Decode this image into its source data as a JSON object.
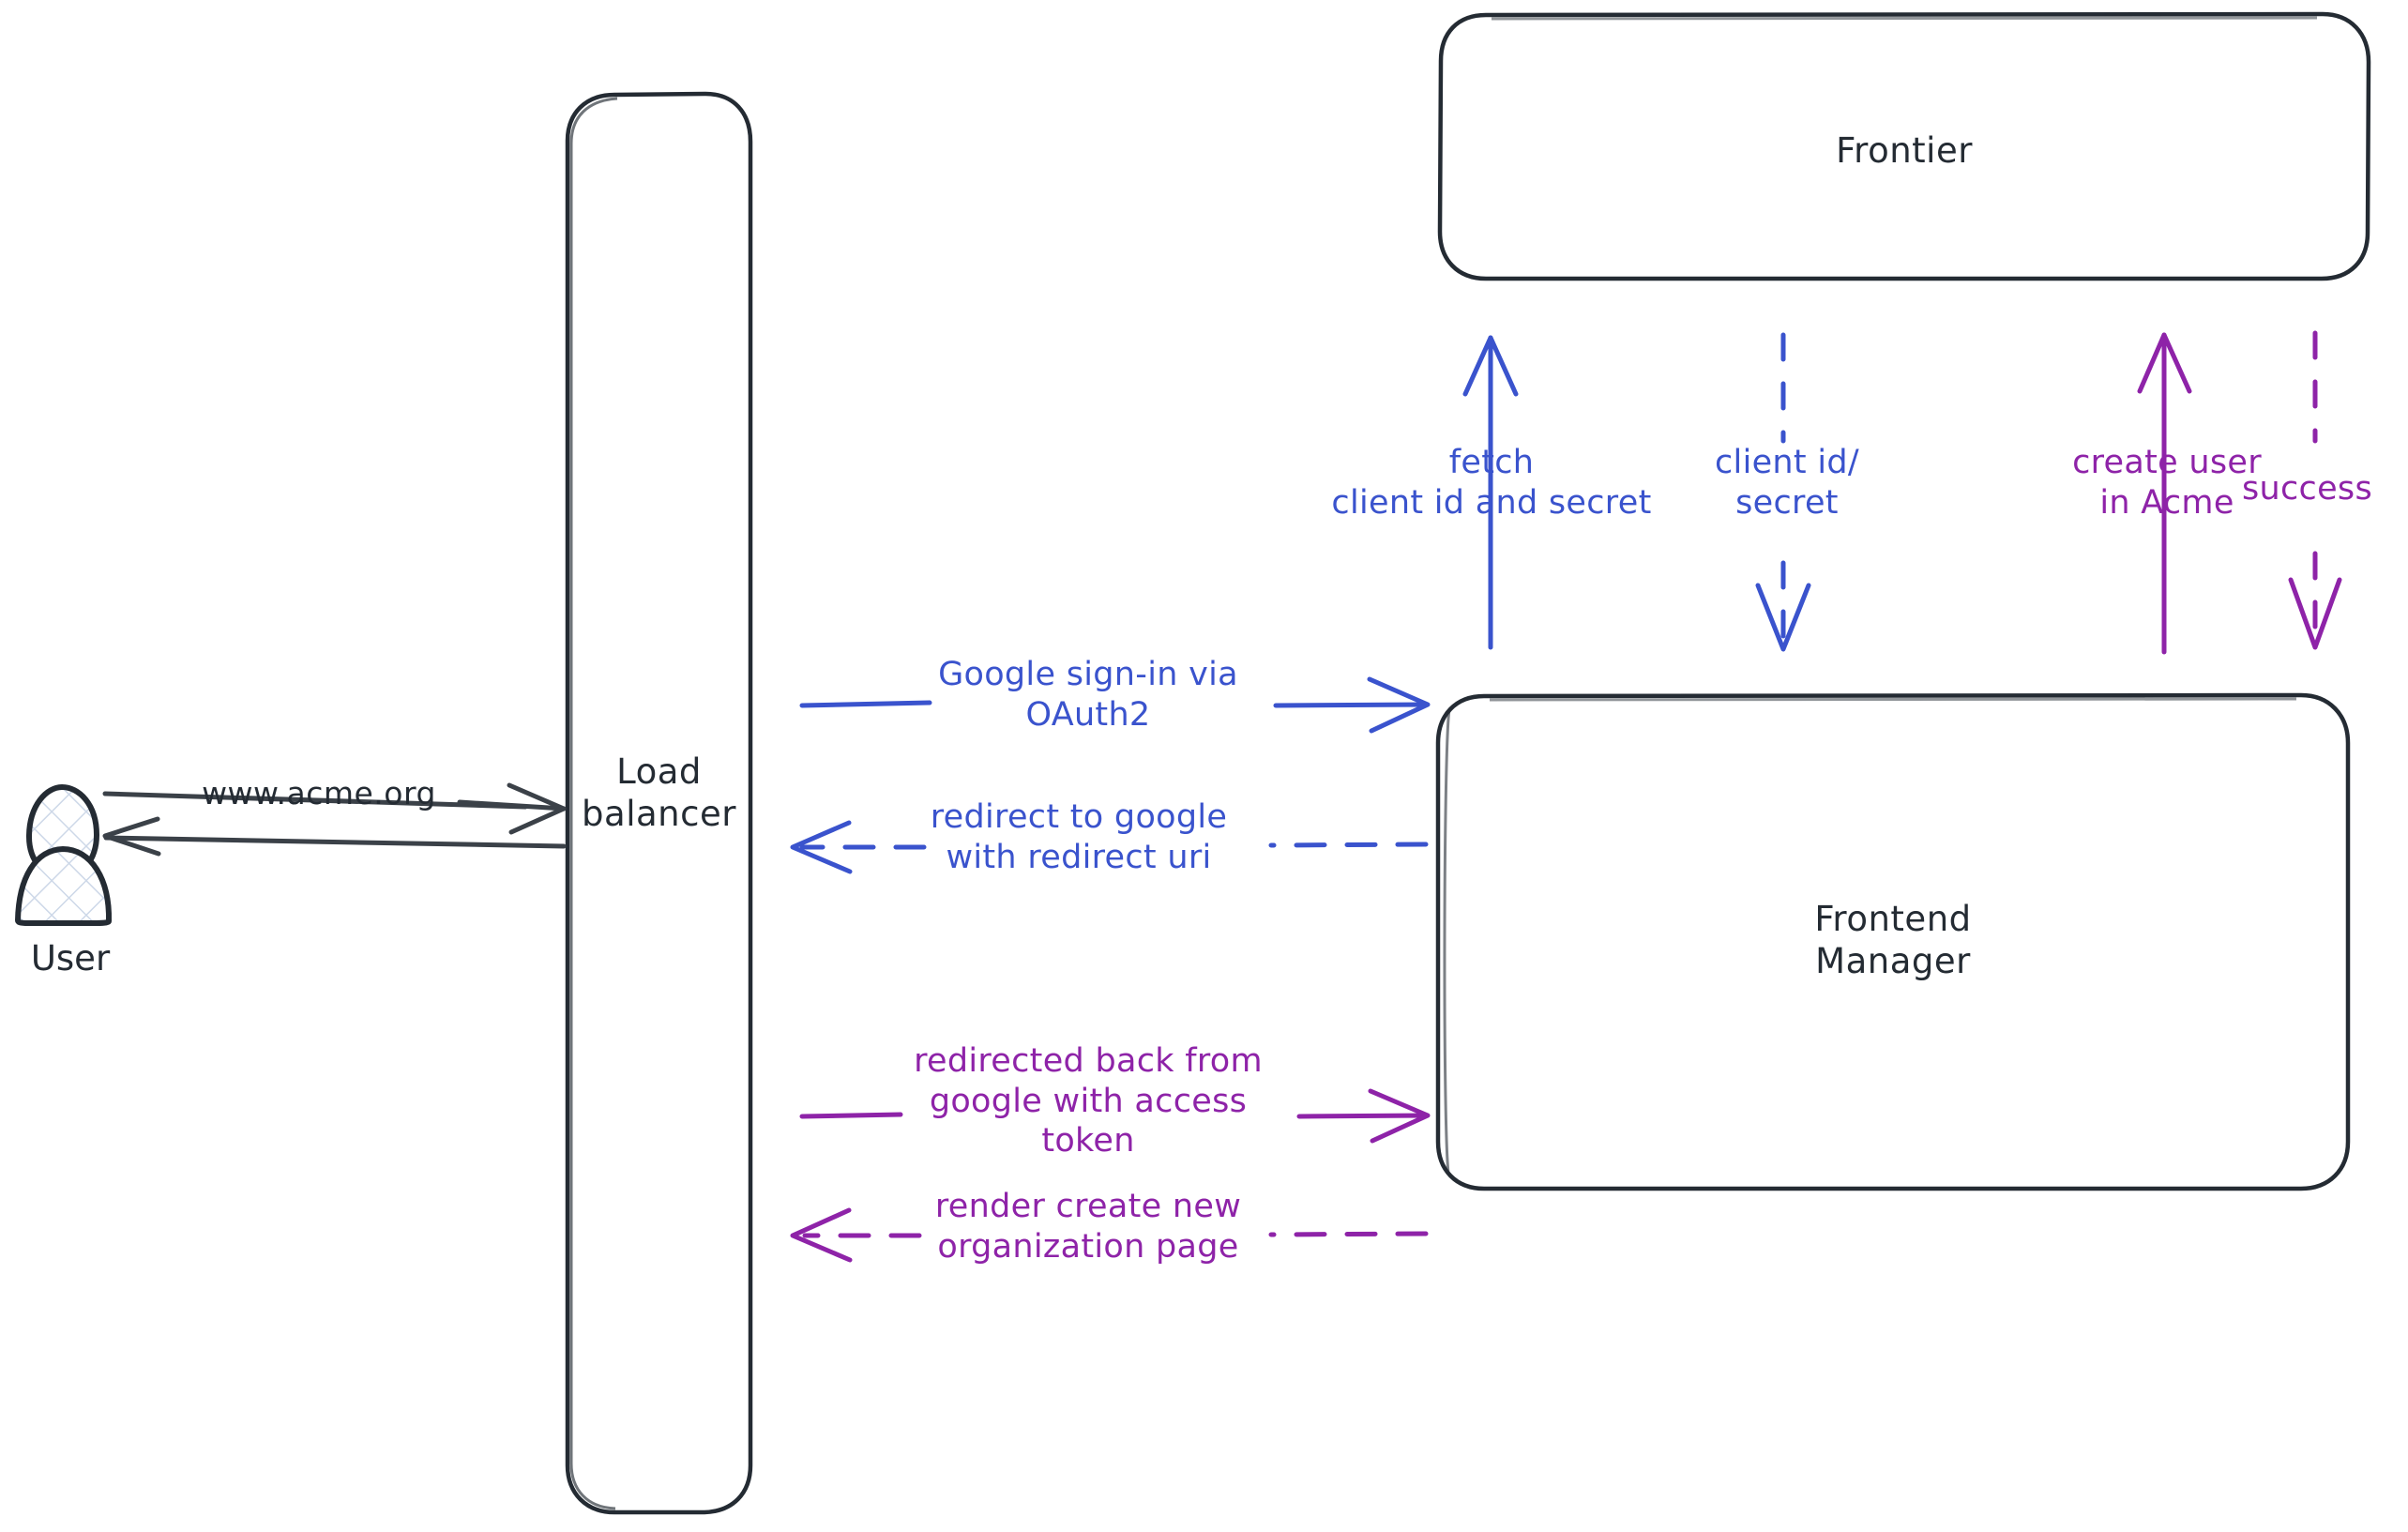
{
  "diagram": {
    "type": "architecture-sequence-diagram",
    "title": "Google OAuth2 sign-in flow",
    "colors": {
      "stroke_dark": "#242b33",
      "blue": "#3a53cd",
      "purple": "#8e23a8",
      "background": "#ffffff",
      "actor_hatch": "#cdd8e8"
    },
    "actors": [
      {
        "id": "user",
        "name": "user-actor",
        "label": "User"
      }
    ],
    "nodes": [
      {
        "id": "load_balancer",
        "name": "load-balancer-node",
        "label": "Load\nbalancer",
        "shape": "rounded-rect"
      },
      {
        "id": "frontier",
        "name": "frontier-node",
        "label": "Frontier",
        "shape": "rounded-rect"
      },
      {
        "id": "frontend_manager",
        "name": "frontend-manager-node",
        "label": "Frontend\nManager",
        "shape": "rounded-rect"
      }
    ],
    "edges": [
      {
        "id": "e1",
        "name": "user-to-lb-request",
        "label": "www.acme.org",
        "color": "#242b33",
        "style": "solid",
        "direction": "right",
        "from": "user",
        "to": "load_balancer"
      },
      {
        "id": "e2",
        "name": "lb-to-user-response",
        "label": "",
        "color": "#242b33",
        "style": "solid",
        "direction": "left",
        "from": "load_balancer",
        "to": "user"
      },
      {
        "id": "e3",
        "name": "lb-to-fm-google-signin",
        "label": "Google sign-in via\nOAuth2",
        "color": "#3a53cd",
        "style": "solid",
        "direction": "right",
        "from": "load_balancer",
        "to": "frontend_manager"
      },
      {
        "id": "e4",
        "name": "fm-to-lb-redirect-google",
        "label": "redirect to google\nwith redirect uri",
        "color": "#3a53cd",
        "style": "dashed",
        "direction": "left",
        "from": "frontend_manager",
        "to": "load_balancer"
      },
      {
        "id": "e5",
        "name": "lb-to-fm-redirect-back",
        "label": "redirected back from\ngoogle with access\ntoken",
        "color": "#8e23a8",
        "style": "solid",
        "direction": "right",
        "from": "load_balancer",
        "to": "frontend_manager"
      },
      {
        "id": "e6",
        "name": "fm-to-lb-render-org-page",
        "label": "render create new\norganization page",
        "color": "#8e23a8",
        "style": "dashed",
        "direction": "left",
        "from": "frontend_manager",
        "to": "load_balancer"
      },
      {
        "id": "e7",
        "name": "fm-to-frontier-fetch-credentials",
        "label": "fetch\nclient id and secret",
        "color": "#3a53cd",
        "style": "solid",
        "direction": "up",
        "from": "frontend_manager",
        "to": "frontier"
      },
      {
        "id": "e8",
        "name": "frontier-to-fm-credentials",
        "label": "client id/\nsecret",
        "color": "#3a53cd",
        "style": "dashed",
        "direction": "down",
        "from": "frontier",
        "to": "frontend_manager"
      },
      {
        "id": "e9",
        "name": "fm-to-frontier-create-user",
        "label": "create user\nin Acme",
        "color": "#8e23a8",
        "style": "solid",
        "direction": "up",
        "from": "frontend_manager",
        "to": "frontier"
      },
      {
        "id": "e10",
        "name": "frontier-to-fm-success",
        "label": "success",
        "color": "#8e23a8",
        "style": "dashed",
        "direction": "down",
        "from": "frontier",
        "to": "frontend_manager"
      }
    ]
  }
}
